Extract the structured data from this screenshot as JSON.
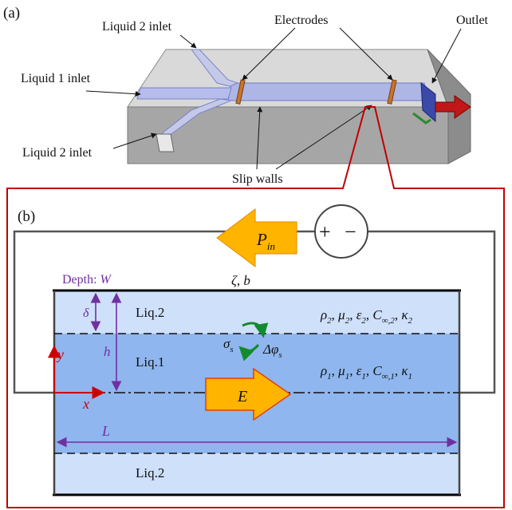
{
  "panel_a": {
    "tag": "(a)",
    "labels": {
      "liquid2_top": "Liquid 2 inlet",
      "liquid1": "Liquid 1 inlet",
      "liquid2_bottom": "Liquid 2 inlet",
      "electrodes": "Electrodes",
      "outlet": "Outlet",
      "slip_walls": "Slip walls"
    }
  },
  "panel_b": {
    "tag": "(b)",
    "source": {
      "plus": "+",
      "minus": "−"
    },
    "pressure": {
      "sym": "P",
      "sub": "in"
    },
    "depth": {
      "label": "Depth:",
      "sym": "W"
    },
    "wall": {
      "zeta": "ζ",
      "comma": ",",
      "b": "b"
    },
    "delta": "δ",
    "h": "h",
    "liq_top": "Liq.2",
    "liq_mid": "Liq.1",
    "liq_bottom": "Liq.2",
    "sigma": {
      "sym": "σ",
      "sub": "s"
    },
    "dphi": {
      "sym": "Δφ",
      "sub": "s"
    },
    "props2": {
      "rho": "ρ",
      "rho_sub": "2",
      "mu": "μ",
      "mu_sub": "2",
      "eps": "ε",
      "eps_sub": "2",
      "c": "C",
      "c_sub": "∞,2",
      "kappa": "κ",
      "kappa_sub": "2"
    },
    "props1": {
      "rho": "ρ",
      "rho_sub": "1",
      "mu": "μ",
      "mu_sub": "1",
      "eps": "ε",
      "eps_sub": "1",
      "c": "C",
      "c_sub": "∞,1",
      "kappa": "κ",
      "kappa_sub": "1"
    },
    "field": "E",
    "axis_x": "x",
    "axis_y": "y",
    "length": "L"
  },
  "colors": {
    "frame_red": "#c00000",
    "channel_light": "#cfe0fa",
    "channel_core": "#8fb6ee",
    "orange": "#ffb400",
    "axis_red": "#cc0000",
    "dim_purple": "#7030a0",
    "green": "#128a2e"
  }
}
